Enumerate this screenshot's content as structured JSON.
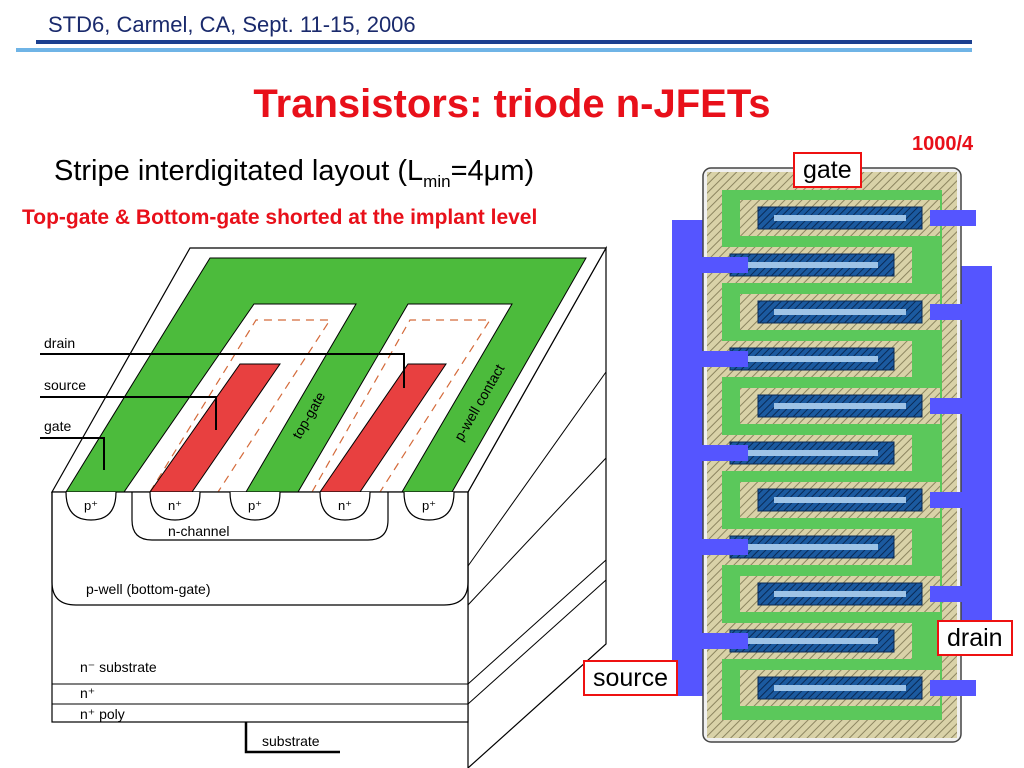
{
  "header": {
    "text": "STD6, Carmel, CA, Sept. 11-15, 2006"
  },
  "title": "Transistors: triode n-JFETs",
  "subtitle": {
    "prefix": "Stripe interdigitated layout (L",
    "sub": "min",
    "suffix": "=4μm)"
  },
  "note": "Top-gate & Bottom-gate shorted at the implant level",
  "ratio": "1000/4",
  "cross_section": {
    "labels": {
      "drain": "drain",
      "source": "source",
      "gate": "gate",
      "top_gate": "top-gate",
      "pwell_contact": "p-well contact"
    },
    "implants": [
      "p⁺",
      "n⁺",
      "p⁺",
      "n⁺",
      "p⁺"
    ],
    "n_channel": "n-channel",
    "p_well": "p-well (bottom-gate)",
    "layers": {
      "substrate_n": "n⁻ substrate",
      "nplus": "n⁺",
      "nplus_poly": "n⁺ poly",
      "substrate": "substrate"
    }
  },
  "layout": {
    "gate": "gate",
    "drain": "drain",
    "source": "source"
  },
  "colors": {
    "red": "#e8101a",
    "green": "#4cbb3c",
    "implant_red": "#e84040",
    "metal_blue": "#5555ff",
    "navy": "#1b3f8f"
  }
}
